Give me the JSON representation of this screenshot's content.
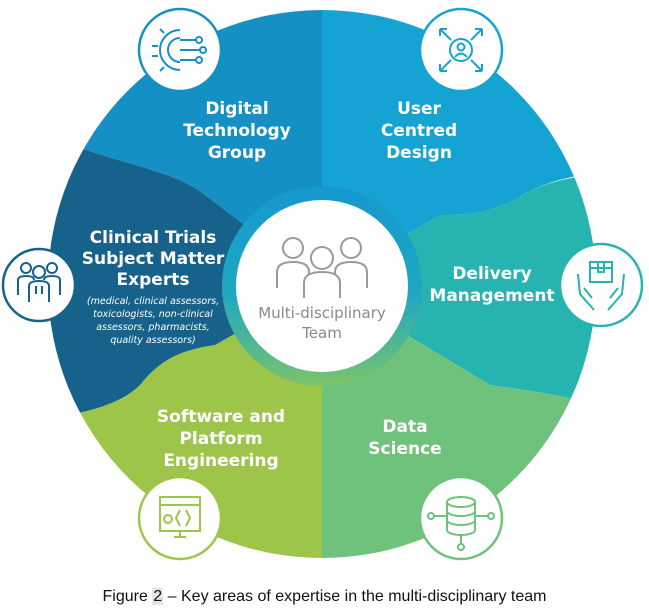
{
  "segments": [
    {
      "id": "digital",
      "label": [
        "Digital",
        "Technology",
        "Group"
      ],
      "color": "#1590c5",
      "icon": "gear-network-icon"
    },
    {
      "id": "ucd",
      "label": [
        "User",
        "Centred",
        "Design"
      ],
      "color": "#15a3d4",
      "icon": "user-focus-icon"
    },
    {
      "id": "delivery",
      "label": [
        "Delivery",
        "Management"
      ],
      "color": "#27b3b0",
      "icon": "hands-box-icon"
    },
    {
      "id": "data",
      "label": [
        "Data",
        "Science"
      ],
      "color": "#6ec27b",
      "icon": "database-network-icon"
    },
    {
      "id": "software",
      "label": [
        "Software and",
        "Platform",
        "Engineering"
      ],
      "color": "#9cc549",
      "icon": "code-window-icon"
    },
    {
      "id": "clinical",
      "label": [
        "Clinical Trials",
        "Subject Matter",
        "Experts"
      ],
      "sub": [
        "(medical, clinical assessors,",
        "toxicologists, non-clinical",
        "assessors, pharmacists,",
        "quality assessors)"
      ],
      "color": "#16628a",
      "icon": "team-people-icon"
    }
  ],
  "center": {
    "label": [
      "Multi-disciplinary",
      "Team"
    ],
    "icon": "group-people-icon"
  },
  "caption": {
    "prefix": "Figure ",
    "number": "2",
    "text": " – Key areas of expertise in the multi-disciplinary team"
  }
}
